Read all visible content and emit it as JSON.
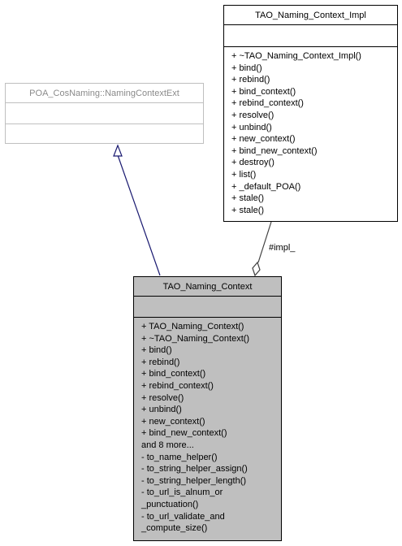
{
  "impl_class": {
    "name": "TAO_Naming_Context_Impl",
    "attributes": [],
    "methods": [
      "+ ~TAO_Naming_Context_Impl()",
      "+ bind()",
      "+ rebind()",
      "+ bind_context()",
      "+ rebind_context()",
      "+ resolve()",
      "+ unbind()",
      "+ new_context()",
      "+ bind_new_context()",
      "+ destroy()",
      "+ list()",
      "+ _default_POA()",
      "+ stale()",
      "+ stale()"
    ]
  },
  "base_class": {
    "name": "POA_CosNaming::NamingContextExt",
    "attributes": [],
    "methods": []
  },
  "main_class": {
    "name": "TAO_Naming_Context",
    "attributes": [],
    "methods": [
      "+ TAO_Naming_Context()",
      "+ ~TAO_Naming_Context()",
      "+ bind()",
      "+ rebind()",
      "+ bind_context()",
      "+ rebind_context()",
      "+ resolve()",
      "+ unbind()",
      "+ new_context()",
      "+ bind_new_context()",
      "and 8 more...",
      "- to_name_helper()",
      "- to_string_helper_assign()",
      "- to_string_helper_length()",
      "- to_url_is_alnum_or",
      "_punctuation()",
      "- to_url_validate_and",
      "_compute_size()"
    ]
  },
  "edges": {
    "composition_label": "#impl_",
    "inheritance": "TAO_Naming_Context inherits POA_CosNaming::NamingContextExt",
    "composition": "TAO_Naming_Context holds TAO_Naming_Context_Impl"
  },
  "colors": {
    "inheritance_edge": "#191970",
    "composition_edge": "#404040",
    "main_fill": "#bfbfbf",
    "base_border": "#bfbfbf"
  }
}
